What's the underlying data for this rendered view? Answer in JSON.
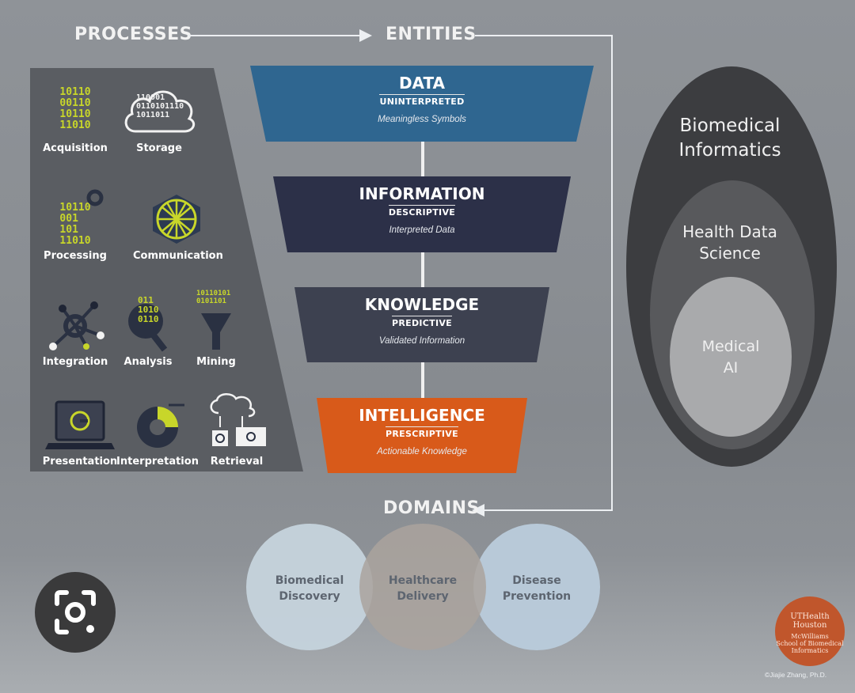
{
  "headers": {
    "processes": "PROCESSES",
    "entities": "ENTITIES",
    "domains": "DOMAINS"
  },
  "processes": [
    {
      "label": "Acquisition",
      "icon": "binary-data-icon"
    },
    {
      "label": "Storage",
      "icon": "cloud-binary-icon"
    },
    {
      "label": "Processing",
      "icon": "binary-gear-icon"
    },
    {
      "label": "Communication",
      "icon": "network-globe-icon"
    },
    {
      "label": "Integration",
      "icon": "node-network-icon"
    },
    {
      "label": "Analysis",
      "icon": "magnifier-binary-icon"
    },
    {
      "label": "Mining",
      "icon": "funnel-binary-icon"
    },
    {
      "label": "Presentation",
      "icon": "laptop-icon"
    },
    {
      "label": "Interpretation",
      "icon": "pie-chart-icon"
    },
    {
      "label": "Retrieval",
      "icon": "cloud-download-icon"
    }
  ],
  "binary_samples": {
    "acquisition": [
      "10110",
      "00110",
      "10110",
      "11010"
    ],
    "storage": [
      "110001",
      "0110101110",
      "1011011"
    ],
    "processing": [
      "10110",
      "001",
      "101",
      "11010"
    ],
    "analysis": [
      "011",
      "1010",
      "0110"
    ],
    "mining": [
      "10110101",
      "0101101"
    ]
  },
  "entities": [
    {
      "title": "DATA",
      "sub": "UNINTERPRETED",
      "desc": "Meaningless Symbols",
      "color": "#2f6690"
    },
    {
      "title": "INFORMATION",
      "sub": "DESCRIPTIVE",
      "desc": "Interpreted Data",
      "color": "#2c3048"
    },
    {
      "title": "KNOWLEDGE",
      "sub": "PREDICTIVE",
      "desc": "Validated Information",
      "color": "#3d4150"
    },
    {
      "title": "INTELLIGENCE",
      "sub": "PRESCRIPTIVE",
      "desc": "Actionable Knowledge",
      "color": "#d85a1a"
    }
  ],
  "fields": {
    "outer": "Biomedical Informatics",
    "outer_lines": [
      "Biomedical",
      "Informatics"
    ],
    "middle_lines": [
      "Health Data",
      "Science"
    ],
    "inner_lines": [
      "Medical",
      "AI"
    ]
  },
  "domains": [
    {
      "lines": [
        "Biomedical",
        "Discovery"
      ],
      "color": "#c5d2dc"
    },
    {
      "lines": [
        "Healthcare",
        "Delivery"
      ],
      "color": "#aaa39d"
    },
    {
      "lines": [
        "Disease",
        "Prevention"
      ],
      "color": "#b9cbdb"
    }
  ],
  "logo": {
    "lines": [
      "UTHealth",
      "Houston",
      "McWilliams",
      "School of Biomedical",
      "Informatics"
    ]
  },
  "credit": "©Jiajie Zhang, Ph.D."
}
